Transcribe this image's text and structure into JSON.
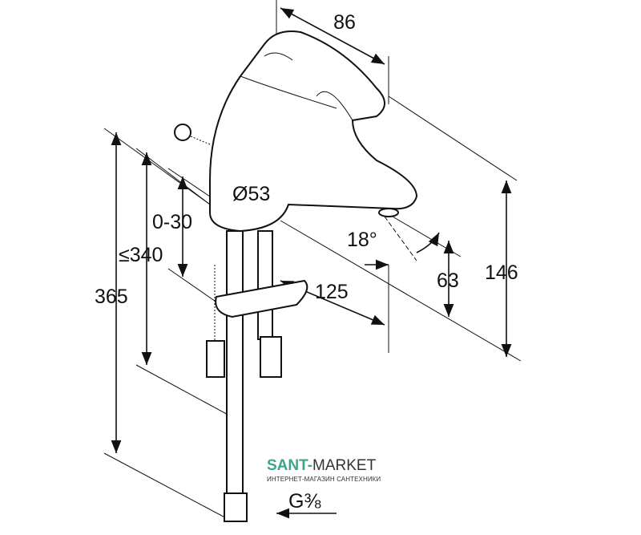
{
  "dimensions": {
    "handle_length": "86",
    "diameter": "Ø53",
    "clamp_range": "0-30",
    "max_depth": "≤340",
    "total_height": "365",
    "spout_angle": "18°",
    "spout_reach": "125",
    "spout_height": "63",
    "overall_height": "146",
    "connection": "G⅜"
  },
  "watermark": {
    "brand_bold": "SANT-",
    "brand_regular": "MARKET",
    "subtitle": "ИНТЕРНЕТ-МАГАЗИН САНТЕХНИКИ"
  }
}
